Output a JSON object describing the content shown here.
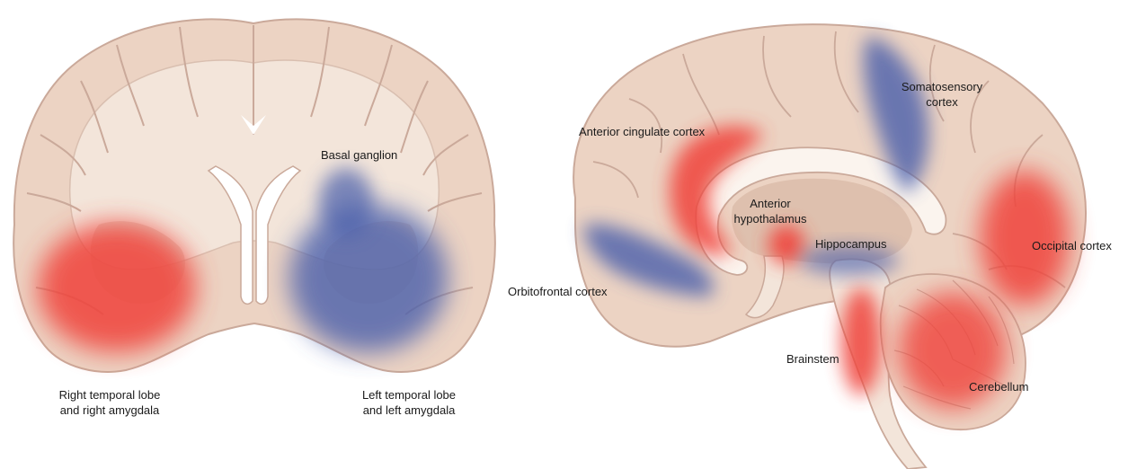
{
  "coronal": {
    "labels": {
      "basal_ganglion": "Basal ganglion",
      "right_temporal_line1": "Right temporal lobe",
      "right_temporal_line2": "and right amygdala",
      "left_temporal_line1": "Left temporal lobe",
      "left_temporal_line2": "and left amygdala"
    }
  },
  "sagittal": {
    "labels": {
      "somatosensory_line1": "Somatosensory",
      "somatosensory_line2": "cortex",
      "anterior_cingulate": "Anterior cingulate cortex",
      "anterior_hypothalamus_line1": "Anterior",
      "anterior_hypothalamus_line2": "hypothalamus",
      "hippocampus": "Hippocampus",
      "occipital": "Occipital cortex",
      "orbitofrontal": "Orbitofrontal cortex",
      "brainstem": "Brainstem",
      "cerebellum": "Cerebellum"
    }
  },
  "colors": {
    "tissue": "#ecd3c3",
    "tissue_outline": "#caa99a",
    "white_matter": "#f3e5da",
    "deep_tissue": "#d9b8a5",
    "highlight_red": "#f0433a",
    "highlight_blue": "#4a5fab"
  }
}
